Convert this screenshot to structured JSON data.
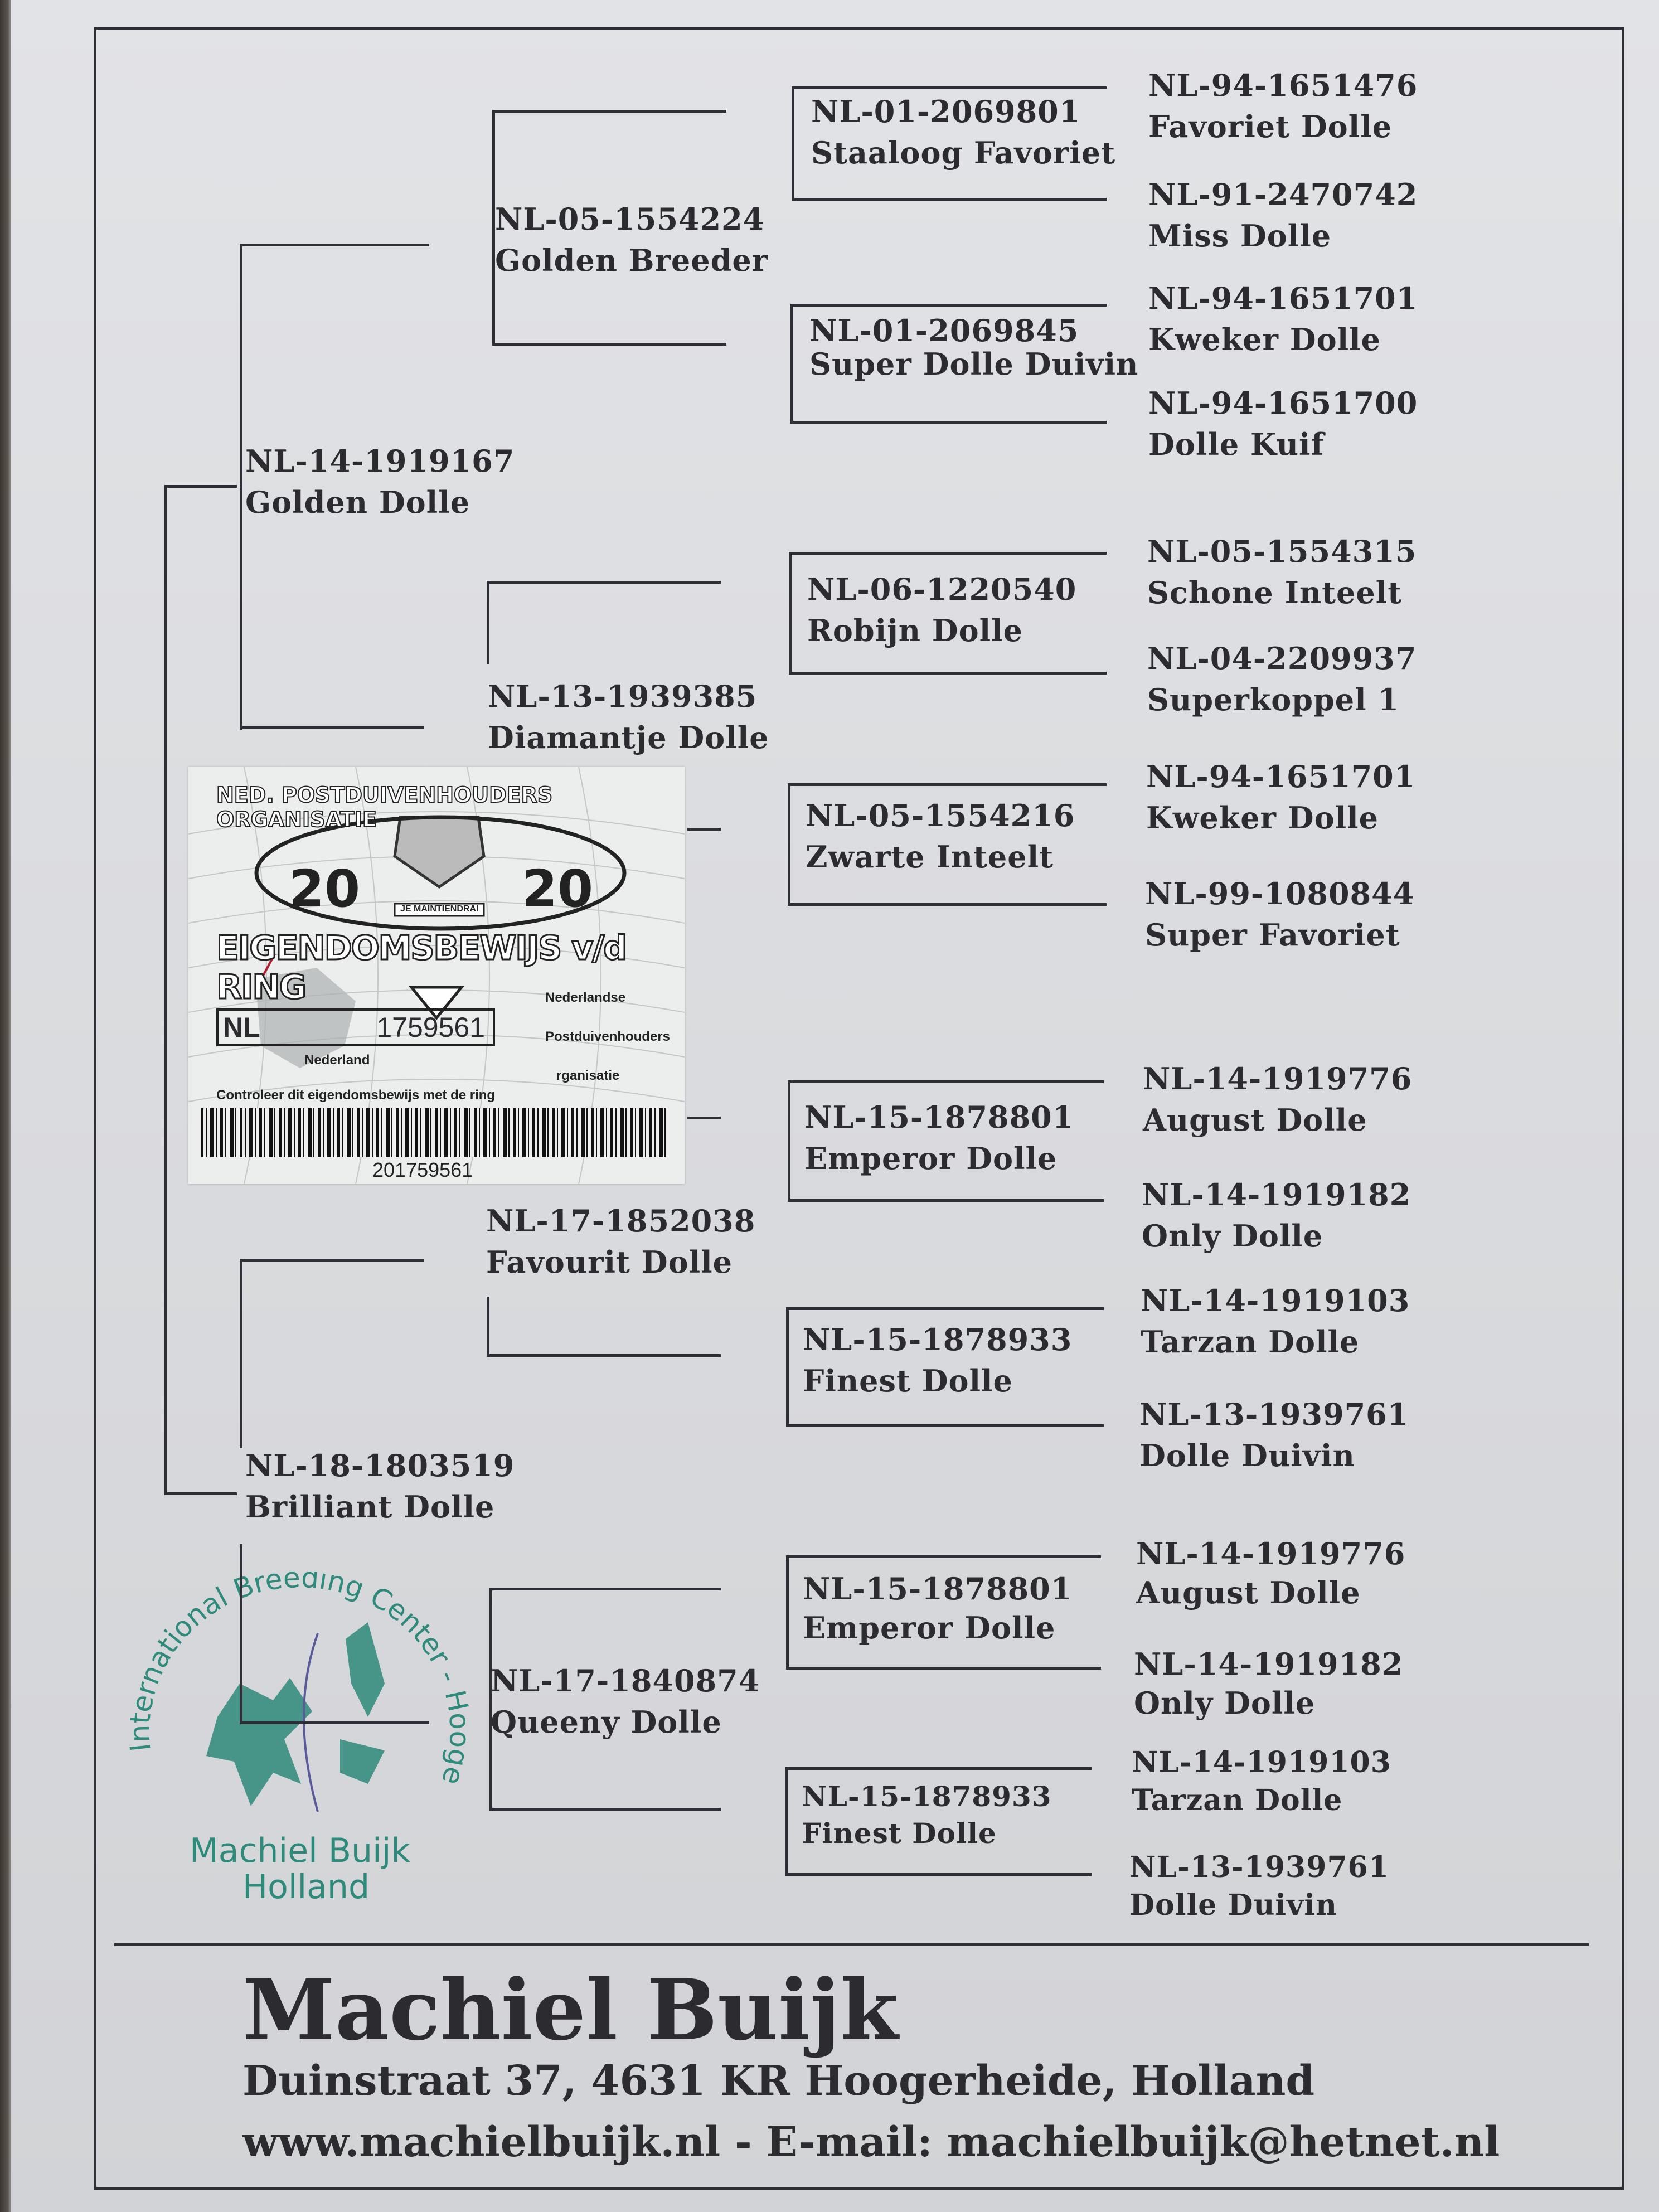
{
  "pedigree": {
    "subject": {
      "ring": "NL-14-1919167",
      "name": "Golden Dolle"
    },
    "subject2": {
      "ring": "NL-18-1803519",
      "name": "Brilliant Dolle"
    },
    "gen2": [
      {
        "ring": "NL-05-1554224",
        "name": "Golden Breeder"
      },
      {
        "ring": "NL-13-1939385",
        "name": "Diamantje Dolle"
      },
      {
        "ring": "NL-17-1852038",
        "name": "Favourit Dolle"
      },
      {
        "ring": "NL-17-1840874",
        "name": "Queeny Dolle"
      }
    ],
    "gen3": [
      {
        "ring": "NL-01-2069801",
        "name": "Staaloog Favoriet"
      },
      {
        "ring": "NL-01-2069845",
        "name": "Super Dolle Duivin"
      },
      {
        "ring": "NL-06-1220540",
        "name": "Robijn Dolle"
      },
      {
        "ring": "NL-05-1554216",
        "name": "Zwarte Inteelt"
      },
      {
        "ring": "NL-15-1878801",
        "name": "Emperor Dolle"
      },
      {
        "ring": "NL-15-1878933",
        "name": "Finest Dolle"
      },
      {
        "ring": "NL-15-1878801",
        "name": "Emperor Dolle"
      },
      {
        "ring": "NL-15-1878933",
        "name": "Finest Dolle"
      }
    ],
    "gen4": [
      {
        "ring": "NL-94-1651476",
        "name": "Favoriet Dolle"
      },
      {
        "ring": "NL-91-2470742",
        "name": "Miss Dolle"
      },
      {
        "ring": "NL-94-1651701",
        "name": "Kweker Dolle"
      },
      {
        "ring": "NL-94-1651700",
        "name": "Dolle Kuif"
      },
      {
        "ring": "NL-05-1554315",
        "name": "Schone Inteelt"
      },
      {
        "ring": "NL-04-2209937",
        "name": "Superkoppel 1"
      },
      {
        "ring": "NL-94-1651701",
        "name": "Kweker Dolle"
      },
      {
        "ring": "NL-99-1080844",
        "name": "Super Favoriet"
      },
      {
        "ring": "NL-14-1919776",
        "name": "August Dolle"
      },
      {
        "ring": "NL-14-1919182",
        "name": "Only Dolle"
      },
      {
        "ring": "NL-14-1919103",
        "name": "Tarzan Dolle"
      },
      {
        "ring": "NL-13-1939761",
        "name": "Dolle Duivin"
      },
      {
        "ring": "NL-14-1919776",
        "name": "August Dolle"
      },
      {
        "ring": "NL-14-1919182",
        "name": "Only Dolle"
      },
      {
        "ring": "NL-14-1919103",
        "name": "Tarzan Dolle"
      },
      {
        "ring": "NL-13-1939761",
        "name": "Dolle Duivin"
      }
    ]
  },
  "ring_card": {
    "org": "NED. POSTDUIVENHOUDERS ORGANISATIE",
    "year_left": "20",
    "year_right": "20",
    "motto": "JE MAINTIENDRAI",
    "title": "EIGENDOMSBEWIJS v/d RING",
    "country_code": "NL",
    "ring_number": "1759561",
    "country": "Nederland",
    "npo_n": "Nederlandse",
    "npo_p": "Postduivenhouders",
    "npo_o": "rganisatie",
    "check_text": "Controleer dit eigendomsbewijs met de ring",
    "barcode_number": "201759561"
  },
  "stamp": {
    "ring_text": "International Breeding Center - Hoogerheide - Holland",
    "name": "Machiel Buijk",
    "place": "Holland",
    "color": "#2e8a7a"
  },
  "footer": {
    "name": "Machiel Buijk",
    "address": "Duinstraat 37, 4631 KR Hoogerheide, Holland",
    "contact": "www.machielbuijk.nl - E-mail: machielbuijk@hetnet.nl"
  }
}
